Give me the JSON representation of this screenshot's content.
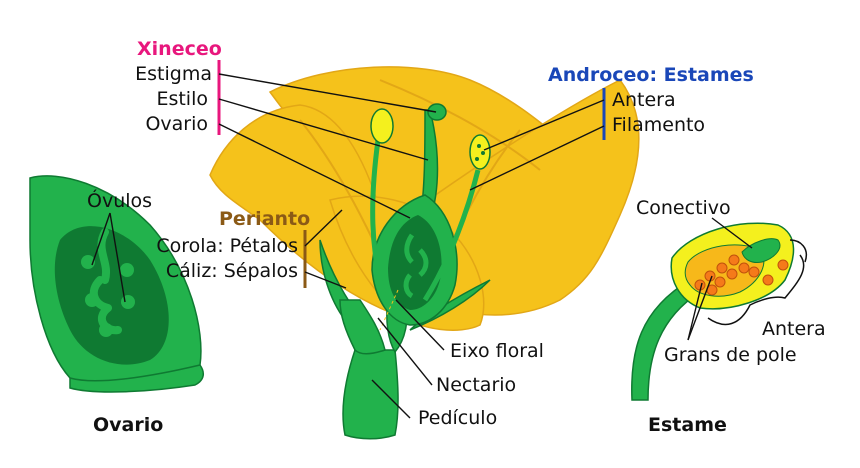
{
  "groups": {
    "xineceo": {
      "title": "Xineceo",
      "color": "#e8177d",
      "items": [
        "Estigma",
        "Estilo",
        "Ovario"
      ]
    },
    "androceo": {
      "title": "Androceo: Estames",
      "color": "#1a47b8",
      "items": [
        "Antera",
        "Filamento"
      ]
    },
    "perianto": {
      "title": "Perianto",
      "color": "#8b5a16",
      "items": [
        "Corola: Pétalos",
        "Cáliz: Sépalos"
      ]
    }
  },
  "labels": {
    "ovulos": "Óvulos",
    "eixo_floral": "Eixo floral",
    "nectario": "Nectario",
    "pediculo": "Pedículo",
    "conectivo": "Conectivo",
    "antera": "Antera",
    "grans_de_pole": "Grans de pole"
  },
  "captions": {
    "ovario": "Ovario",
    "estame": "Estame"
  },
  "colors": {
    "petal": "#f5c21b",
    "petal_dark": "#e2a716",
    "green": "#22b24c",
    "green_dark": "#0f7a32",
    "anther": "#f4f01e",
    "pollen": "#f57a1a"
  }
}
